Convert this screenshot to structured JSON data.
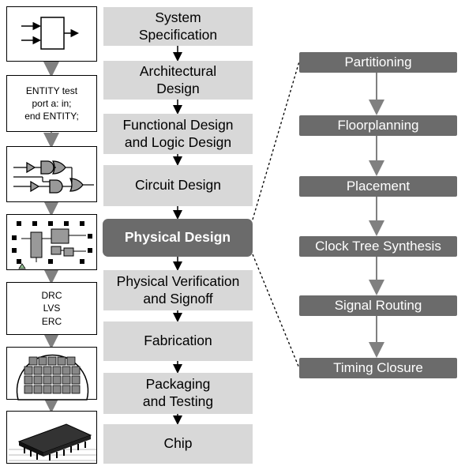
{
  "flow": {
    "steps": [
      "System\nSpecification",
      "Architectural\nDesign",
      "Functional Design\nand Logic Design",
      "Circuit Design",
      "Physical Design",
      "Physical Verification\nand Signoff",
      "Fabrication",
      "Packaging\nand Testing",
      "Chip"
    ]
  },
  "physical_design_steps": [
    "Partitioning",
    "Floorplanning",
    "Placement",
    "Clock Tree Synthesis",
    "Signal Routing",
    "Timing Closure"
  ],
  "thumbnails": {
    "hdl": [
      "ENTITY test",
      "port a: in;",
      "end ENTITY;"
    ],
    "verification": [
      "DRC",
      "LVS",
      "ERC"
    ]
  },
  "colors": {
    "step_bg": "#d8d8d8",
    "active_bg": "#6b6b6b",
    "connector": "#808080"
  }
}
